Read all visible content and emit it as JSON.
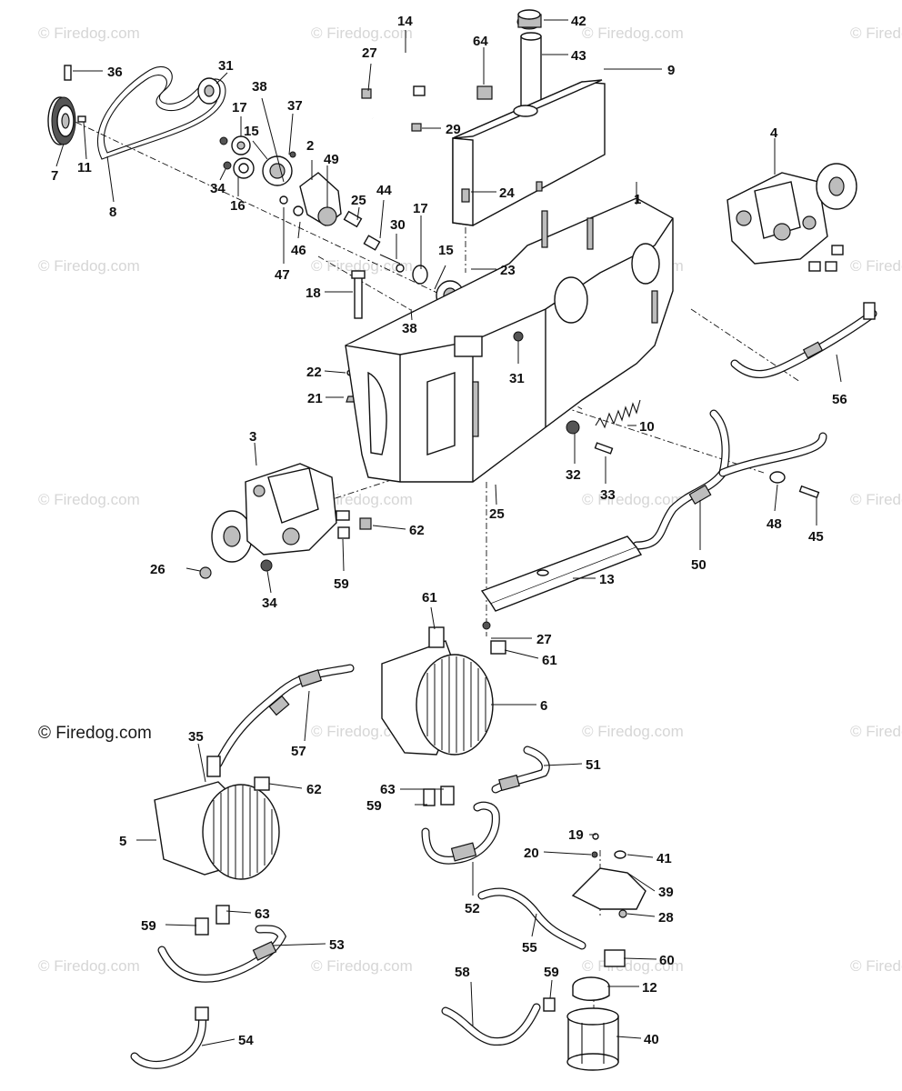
{
  "watermark": {
    "text": "© Firedog.com",
    "main_text": "© Firedog.com"
  },
  "callouts": [
    {
      "id": "c1",
      "label": "1"
    },
    {
      "id": "c2",
      "label": "2"
    },
    {
      "id": "c3",
      "label": "3"
    },
    {
      "id": "c4",
      "label": "4"
    },
    {
      "id": "c5",
      "label": "5"
    },
    {
      "id": "c6",
      "label": "6"
    },
    {
      "id": "c7",
      "label": "7"
    },
    {
      "id": "c8",
      "label": "8"
    },
    {
      "id": "c9",
      "label": "9"
    },
    {
      "id": "c10",
      "label": "10"
    },
    {
      "id": "c11",
      "label": "11"
    },
    {
      "id": "c12",
      "label": "12"
    },
    {
      "id": "c13",
      "label": "13"
    },
    {
      "id": "c14",
      "label": "14"
    },
    {
      "id": "c15a",
      "label": "15"
    },
    {
      "id": "c15b",
      "label": "15"
    },
    {
      "id": "c16",
      "label": "16"
    },
    {
      "id": "c17a",
      "label": "17"
    },
    {
      "id": "c17b",
      "label": "17"
    },
    {
      "id": "c18",
      "label": "18"
    },
    {
      "id": "c19",
      "label": "19"
    },
    {
      "id": "c20",
      "label": "20"
    },
    {
      "id": "c21",
      "label": "21"
    },
    {
      "id": "c22",
      "label": "22"
    },
    {
      "id": "c23",
      "label": "23"
    },
    {
      "id": "c24",
      "label": "24"
    },
    {
      "id": "c25a",
      "label": "25"
    },
    {
      "id": "c25b",
      "label": "25"
    },
    {
      "id": "c26",
      "label": "26"
    },
    {
      "id": "c27a",
      "label": "27"
    },
    {
      "id": "c27b",
      "label": "27"
    },
    {
      "id": "c28",
      "label": "28"
    },
    {
      "id": "c29",
      "label": "29"
    },
    {
      "id": "c30",
      "label": "30"
    },
    {
      "id": "c31a",
      "label": "31"
    },
    {
      "id": "c31b",
      "label": "31"
    },
    {
      "id": "c32",
      "label": "32"
    },
    {
      "id": "c33",
      "label": "33"
    },
    {
      "id": "c34a",
      "label": "34"
    },
    {
      "id": "c34b",
      "label": "34"
    },
    {
      "id": "c35",
      "label": "35"
    },
    {
      "id": "c36",
      "label": "36"
    },
    {
      "id": "c37",
      "label": "37"
    },
    {
      "id": "c38a",
      "label": "38"
    },
    {
      "id": "c38b",
      "label": "38"
    },
    {
      "id": "c39",
      "label": "39"
    },
    {
      "id": "c40",
      "label": "40"
    },
    {
      "id": "c41",
      "label": "41"
    },
    {
      "id": "c42",
      "label": "42"
    },
    {
      "id": "c43",
      "label": "43"
    },
    {
      "id": "c44",
      "label": "44"
    },
    {
      "id": "c45",
      "label": "45"
    },
    {
      "id": "c46",
      "label": "46"
    },
    {
      "id": "c47",
      "label": "47"
    },
    {
      "id": "c48",
      "label": "48"
    },
    {
      "id": "c49",
      "label": "49"
    },
    {
      "id": "c50",
      "label": "50"
    },
    {
      "id": "c51",
      "label": "51"
    },
    {
      "id": "c52",
      "label": "52"
    },
    {
      "id": "c53",
      "label": "53"
    },
    {
      "id": "c54",
      "label": "54"
    },
    {
      "id": "c55",
      "label": "55"
    },
    {
      "id": "c56",
      "label": "56"
    },
    {
      "id": "c57",
      "label": "57"
    },
    {
      "id": "c58",
      "label": "58"
    },
    {
      "id": "c59a",
      "label": "59"
    },
    {
      "id": "c59b",
      "label": "59"
    },
    {
      "id": "c59c",
      "label": "59"
    },
    {
      "id": "c59d",
      "label": "59"
    },
    {
      "id": "c60",
      "label": "60"
    },
    {
      "id": "c61a",
      "label": "61"
    },
    {
      "id": "c61b",
      "label": "61"
    },
    {
      "id": "c62a",
      "label": "62"
    },
    {
      "id": "c62b",
      "label": "62"
    },
    {
      "id": "c63a",
      "label": "63"
    },
    {
      "id": "c63b",
      "label": "63"
    },
    {
      "id": "c64",
      "label": "64"
    }
  ]
}
